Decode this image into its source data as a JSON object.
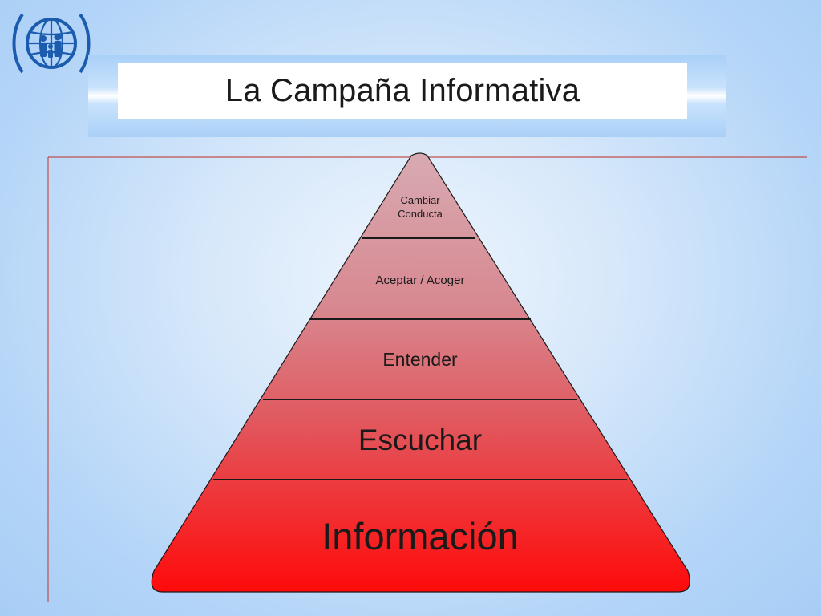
{
  "title": "La Campaña Informativa",
  "logo": {
    "icon": "family-globe-emblem-icon",
    "color": "#1b5cae"
  },
  "pyramid": {
    "levels": [
      {
        "lines": [
          "Cambiar",
          "Conducta"
        ]
      },
      {
        "lines": [
          "Aceptar / Acoger"
        ]
      },
      {
        "lines": [
          "Entender"
        ]
      },
      {
        "lines": [
          "Escuchar"
        ]
      },
      {
        "lines": [
          "Información"
        ]
      }
    ],
    "colors": {
      "top": "#d6a3ad",
      "bottom": "#ff0a0a",
      "outline": "#1a1a1a",
      "axis_lines": "#c0504d"
    }
  }
}
